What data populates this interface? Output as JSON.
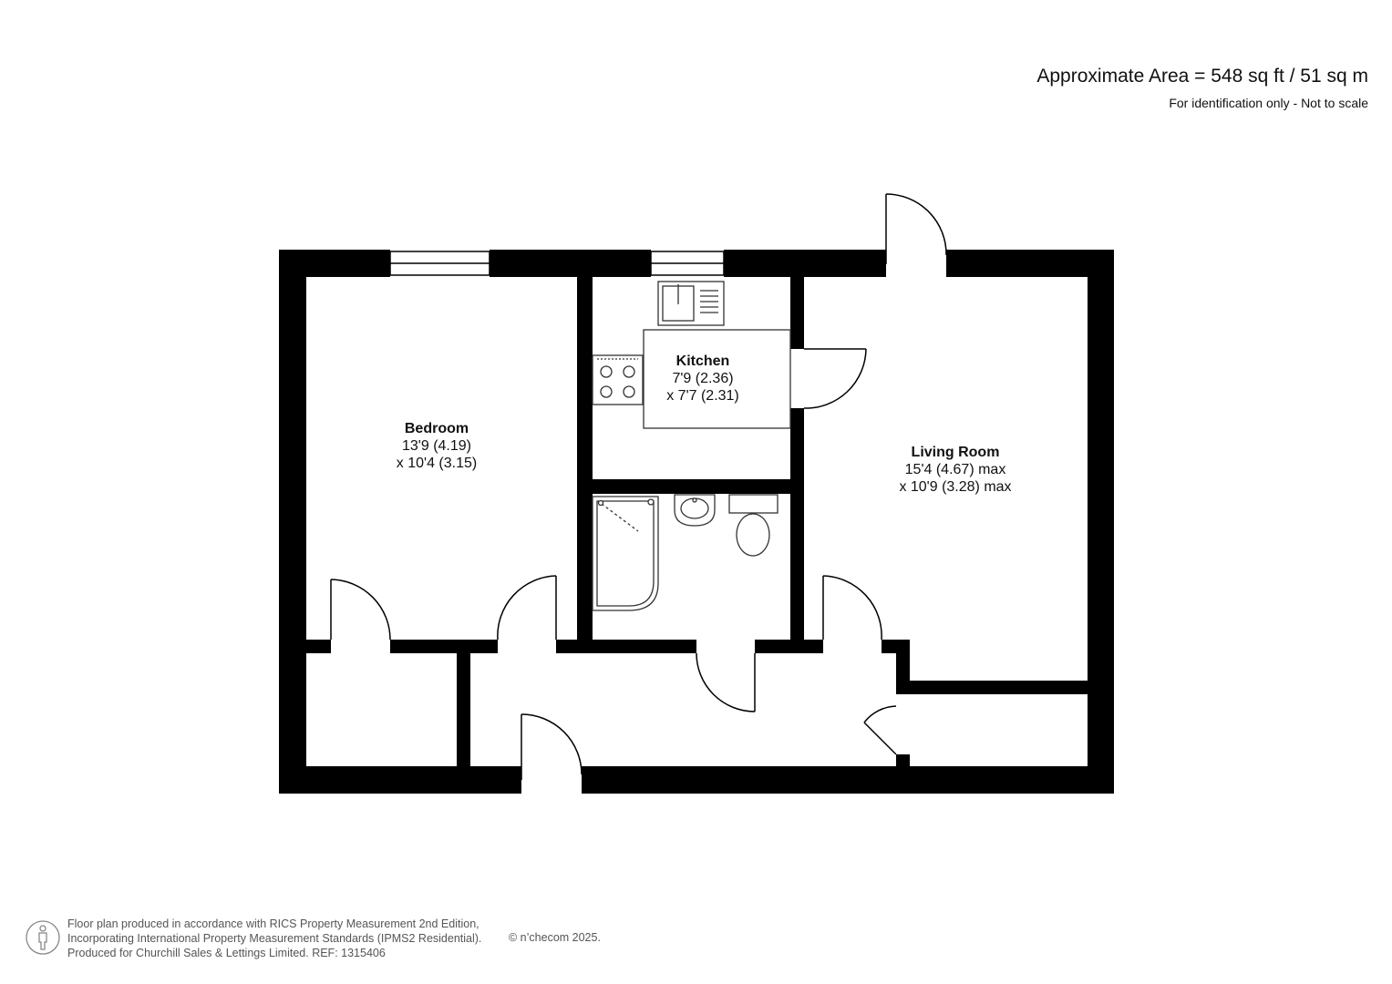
{
  "header": {
    "area": "Approximate Area = 548 sq ft / 51 sq m",
    "note": "For identification only - Not to scale"
  },
  "rooms": {
    "bedroom": {
      "name": "Bedroom",
      "dim1": "13'9 (4.19)",
      "dim2": "x 10'4 (3.15)"
    },
    "kitchen": {
      "name": "Kitchen",
      "dim1": "7'9 (2.36)",
      "dim2": "x 7'7 (2.31)"
    },
    "living": {
      "name": "Living Room",
      "dim1": "15'4 (4.67) max",
      "dim2": "x  10'9 (3.28) max"
    }
  },
  "footer": {
    "line1": "Floor plan produced in accordance with RICS Property Measurement 2nd Edition,",
    "line2": "Incorporating International Property Measurement Standards (IPMS2 Residential).",
    "line3": "Produced for Churchill Sales & Lettings Limited.   REF: 1315406",
    "copyright": "© n’checom 2025."
  },
  "colors": {
    "wall": "#000000",
    "fixture": "#333333",
    "text": "#111111",
    "footer": "#555555"
  }
}
